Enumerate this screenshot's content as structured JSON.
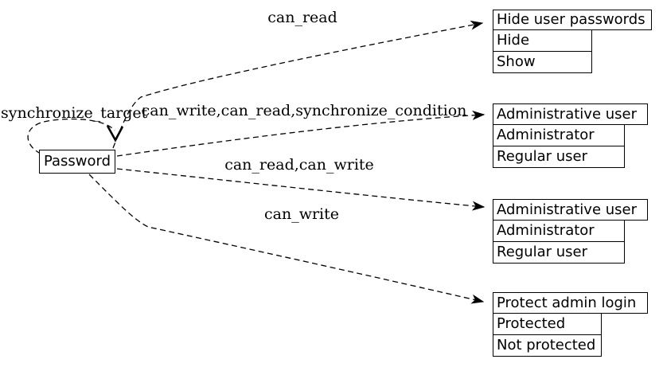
{
  "colors": {
    "background": "#ffffff",
    "stroke": "#000000",
    "text": "#000000"
  },
  "node": {
    "label": "Password"
  },
  "edges": [
    {
      "label": "can_read",
      "from": "Password",
      "to": "Hide user passwords"
    },
    {
      "label": "can_write,can_read,synchronize_condition",
      "from": "Password",
      "to": "Administrative user"
    },
    {
      "label": "can_read,can_write",
      "from": "Password",
      "to": "Administrative user"
    },
    {
      "label": "can_write",
      "from": "Password",
      "to": "Protect admin login"
    },
    {
      "label": "synchronize_target",
      "from": "Password",
      "to": "Password"
    }
  ],
  "tables": [
    {
      "header": "Hide user passwords",
      "rows": [
        "Hide",
        "Show"
      ]
    },
    {
      "header": "Administrative user",
      "rows": [
        "Administrator",
        "Regular user"
      ]
    },
    {
      "header": "Administrative user",
      "rows": [
        "Administrator",
        "Regular user"
      ]
    },
    {
      "header": "Protect admin login",
      "rows": [
        "Protected",
        "Not protected"
      ]
    }
  ]
}
